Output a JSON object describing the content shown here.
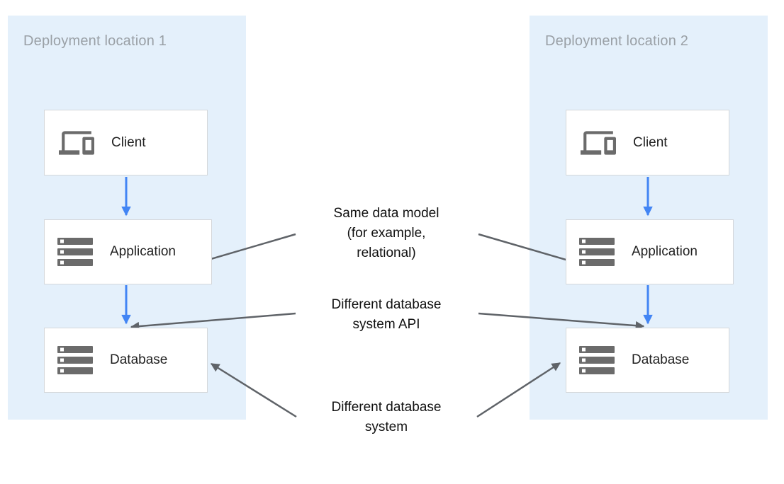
{
  "colors": {
    "panel_bg": "#e4f0fb",
    "panel_title": "#9aa0a6",
    "node_bg": "#ffffff",
    "node_border": "#d4d7da",
    "node_label": "#212121",
    "icon_gray": "#6b6b6b",
    "arrow_blue": "#4285f4",
    "arrow_gray": "#5f6368",
    "annotation_text": "#111111"
  },
  "panels": [
    {
      "title": "Deployment location 1",
      "nodes": [
        {
          "label": "Client",
          "icon": "devices-icon"
        },
        {
          "label": "Application",
          "icon": "server-stack-icon"
        },
        {
          "label": "Database",
          "icon": "server-stack-icon"
        }
      ]
    },
    {
      "title": "Deployment location 2",
      "nodes": [
        {
          "label": "Client",
          "icon": "devices-icon"
        },
        {
          "label": "Application",
          "icon": "server-stack-icon"
        },
        {
          "label": "Database",
          "icon": "server-stack-icon"
        }
      ]
    }
  ],
  "annotations": [
    {
      "text": "Same data model (for example, relational)",
      "lines": [
        "Same data model",
        "(for example,",
        "relational)"
      ]
    },
    {
      "text": "Different database system API",
      "lines": [
        "Different database",
        "system API"
      ]
    },
    {
      "text": "Different database system",
      "lines": [
        "Different database",
        "system"
      ]
    }
  ]
}
